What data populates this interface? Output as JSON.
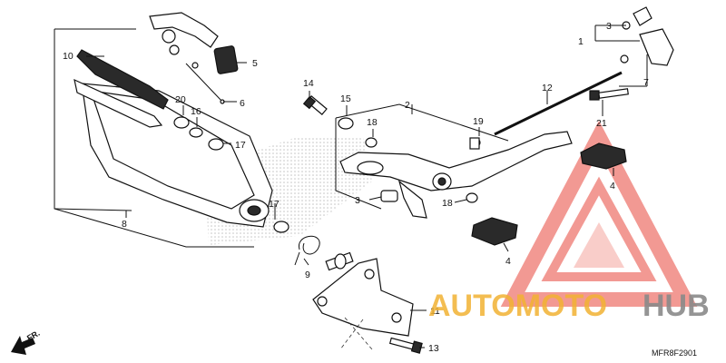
{
  "diagram": {
    "drawing_code": "MFR8F2901",
    "direction_marker": "FR.",
    "colors": {
      "line": "#111111",
      "rubber": "#2a2a2a",
      "watermark_red": "#e8473c",
      "watermark_orange": "#f2b233",
      "watermark_gray": "#8a8a8a"
    },
    "part_numbers": [
      "1",
      "2",
      "3",
      "3",
      "4",
      "4",
      "5",
      "6",
      "7",
      "8",
      "9",
      "10",
      "11",
      "12",
      "13",
      "14",
      "15",
      "16",
      "17",
      "17",
      "18",
      "18",
      "19",
      "20",
      "21"
    ]
  },
  "watermark": {
    "part1": "AUTOMOTO",
    "part2": "HUB"
  }
}
